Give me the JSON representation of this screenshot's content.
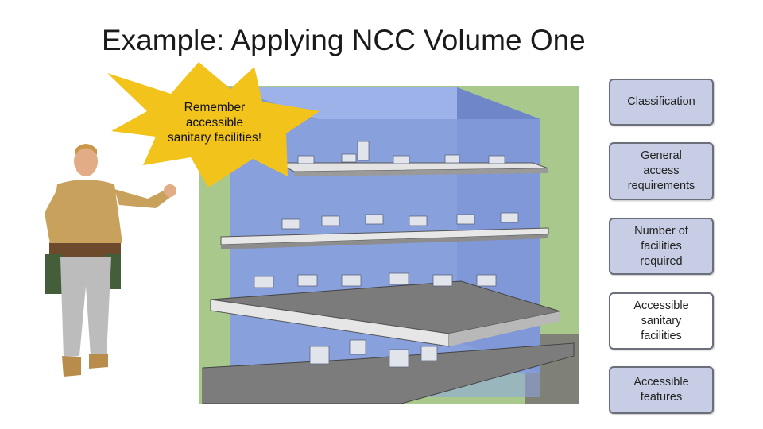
{
  "slide": {
    "title": "Example: Applying NCC Volume One",
    "callout": {
      "line1": "Remember",
      "line2": "accessible",
      "line3": "sanitary facilities!"
    },
    "steps": [
      {
        "line1": "Classification",
        "line2": "",
        "line3": "",
        "style": "blue"
      },
      {
        "line1": "General",
        "line2": "access",
        "line3": "requirements",
        "style": "blue"
      },
      {
        "line1": "Number of",
        "line2": "facilities",
        "line3": "required",
        "style": "blue"
      },
      {
        "line1": "Accessible",
        "line2": "sanitary",
        "line3": "facilities",
        "style": "white"
      },
      {
        "line1": "Accessible",
        "line2": "features",
        "line3": "",
        "style": "blue"
      }
    ]
  },
  "colors": {
    "step_blue": "#c7cde4",
    "step_white": "#ffffff",
    "burst_yellow": "#f2c31a",
    "glass_blue": "#8aa3e0",
    "grass_green": "#9ec27b"
  }
}
